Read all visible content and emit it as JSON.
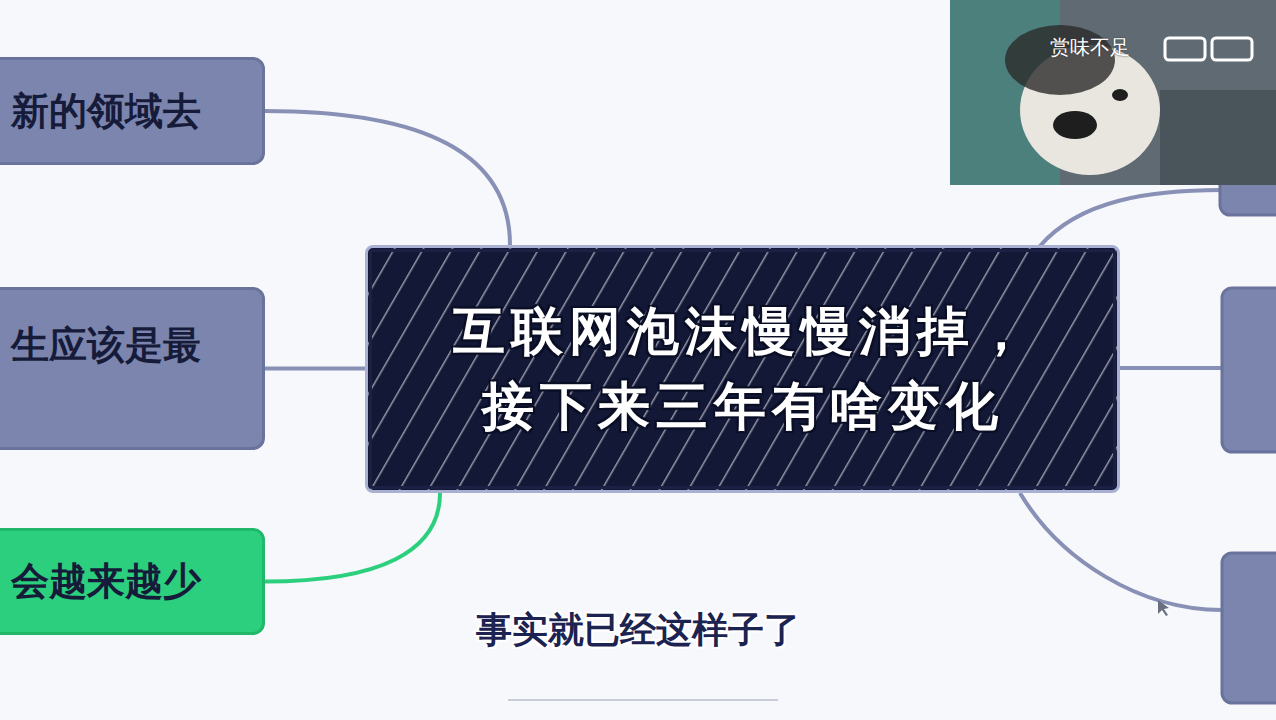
{
  "diagram": {
    "caption": "事实就已经这样子了",
    "nodes": [
      {
        "text": [
          "互联网泡沫慢慢消掉， 接下来三年有啥变化"
        ]
      },
      {
        "text": [
          "新的领域去"
        ]
      },
      {
        "text": [
          "生应该是最"
        ]
      },
      {
        "text": [
          "会越来越少"
        ]
      }
    ],
    "edges": [
      {
        "from": 0,
        "to": 1,
        "arrow": "none"
      },
      {
        "from": 0,
        "to": 2,
        "arrow": "none"
      },
      {
        "from": 0,
        "to": 3,
        "arrow": "none"
      }
    ],
    "labels": [
      "赏味不足"
    ]
  }
}
